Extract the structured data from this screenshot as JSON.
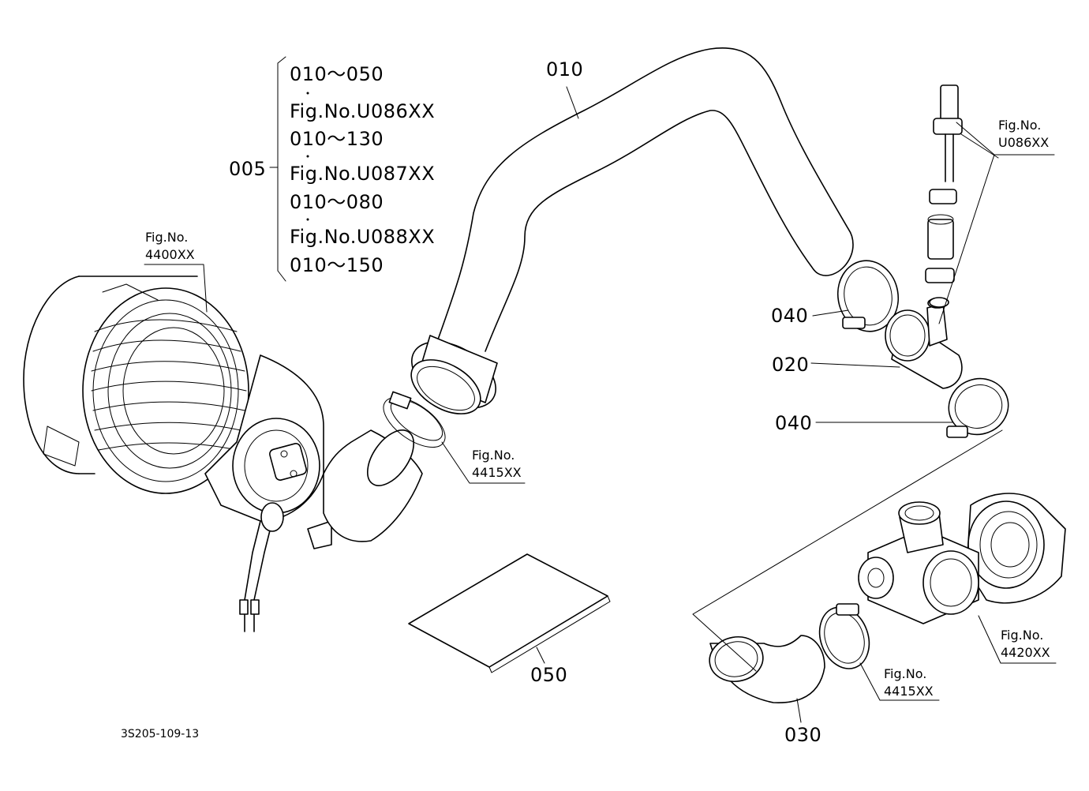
{
  "callouts": {
    "p010": "010",
    "p020": "020",
    "p030": "030",
    "p040_top": "040",
    "p040_bottom": "040",
    "p050": "050",
    "p005": "005"
  },
  "set_005_list": [
    "010～050",
    "Fig.No.U086XX",
    "010～130",
    "Fig.No.U087XX",
    "010～080",
    "Fig.No.U088XX",
    "010～150"
  ],
  "fig_refs": {
    "aircleaner": {
      "line1": "Fig.No.",
      "line2": "4400XX"
    },
    "clamp_left": {
      "line1": "Fig.No.",
      "line2": "4415XX"
    },
    "sensor": {
      "line1": "Fig.No.",
      "line2": "U086XX"
    },
    "turbo": {
      "line1": "Fig.No.",
      "line2": "4420XX"
    },
    "clamp_right": {
      "line1": "Fig.No.",
      "line2": "4415XX"
    }
  },
  "drawing_number": "3S205-109-13",
  "colors": {
    "line": "#000000",
    "background": "#ffffff"
  }
}
